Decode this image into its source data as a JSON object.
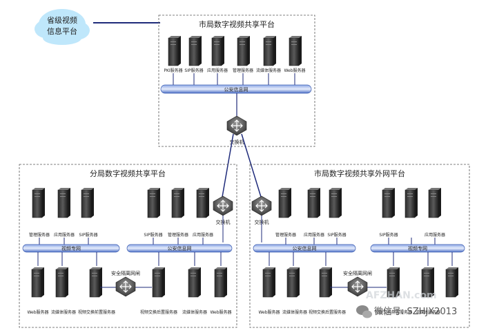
{
  "cloud": {
    "line1": "省级视频",
    "line2": "信息平台"
  },
  "top_platform": {
    "title": "市局数字视频共享平台",
    "servers": [
      "PKI服务器",
      "SIP服务器",
      "应用服务器",
      "管理服务器",
      "流媒体服务器",
      "Web服务器"
    ],
    "bus_label": "公安信息网",
    "switch_label": "交换机"
  },
  "left_platform": {
    "title": "分局数字视频共享平台",
    "servers_top_left": [
      "管理服务器",
      "应用服务器",
      "SIP服务器"
    ],
    "servers_top_right": [
      "SIP服务器",
      "管理服务器",
      "应用服务器"
    ],
    "switch_label": "交换机",
    "bus_left_label": "视频专网",
    "bus_right_label": "公安信息网",
    "servers_bottom_left": [
      "Web服务器",
      "流媒体服务器",
      "视频交换前置服务器"
    ],
    "gateway_label": "安全隔离网闸",
    "servers_bottom_right": [
      "视频交换后置服务器",
      "流媒体服务器",
      "Web服务器"
    ]
  },
  "right_platform": {
    "title": "市局数字视频共享外网平台",
    "switch_label": "交换机",
    "servers_top_left": [
      "管理服务器",
      "应用服务器",
      "SIP服务器"
    ],
    "servers_top_right": [
      "SIP服务器",
      "应用服务器"
    ],
    "bus_left_label": "公安信息网",
    "bus_right_label": "视频专网",
    "servers_bottom_left": [
      "Web服务器",
      "流媒体服务器",
      "视频交换后置服务器"
    ],
    "gateway_label": "安全隔离网闸",
    "servers_bottom_right": [
      "视频交换前置服务器",
      "流媒体服务器"
    ]
  },
  "watermark": {
    "text": "微信号: SZHJX2013",
    "faint": "AFZHAN.com"
  },
  "colors": {
    "line": "#1e2a7a",
    "cloud": "#bfe7fb",
    "bus_top": "#5b7fd4",
    "bus_mid": "#cfd9f5",
    "server_dark": "#3a3a3a"
  }
}
